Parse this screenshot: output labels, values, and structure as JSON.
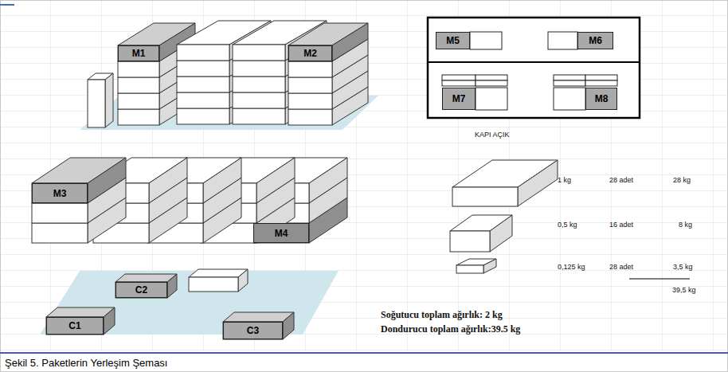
{
  "diagram": {
    "caption": "Şekil 5. Paketlerin Yerleşim Şeması",
    "nodes": [
      {
        "text": [
          "M1"
        ]
      },
      {
        "text": [
          "M2"
        ]
      },
      {
        "text": [
          "M5"
        ]
      },
      {
        "text": [
          "M6"
        ]
      },
      {
        "text": [
          "M7"
        ]
      },
      {
        "text": [
          "M8"
        ]
      },
      {
        "text": [
          "M3"
        ]
      },
      {
        "text": [
          "M4"
        ]
      },
      {
        "text": [
          "C2"
        ]
      },
      {
        "text": [
          "C1"
        ]
      },
      {
        "text": [
          "C3"
        ]
      }
    ],
    "labels": [
      "KAPI AÇIK",
      "1 kg",
      "28 adet",
      "28 kg",
      "0,5 kg",
      "16 adet",
      "8 kg",
      "0,125 kg",
      "28 adet",
      "3,5 kg",
      "39,5 kg",
      "Soğutucu toplam ağırlık: 2 kg",
      "Dondurucu toplam ağırlık:39.5 kg"
    ]
  }
}
